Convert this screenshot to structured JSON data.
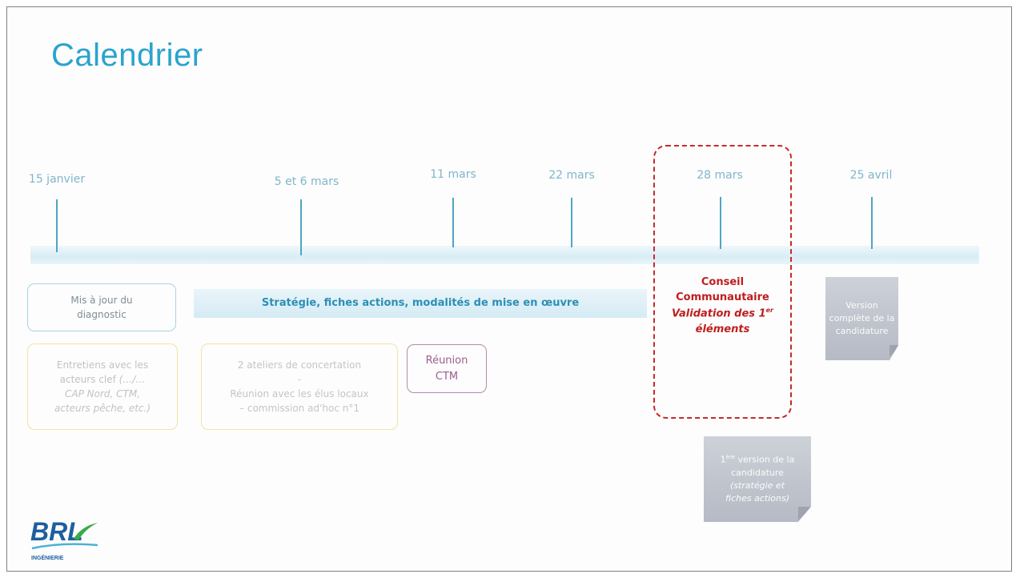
{
  "title": "Calendrier",
  "timeline": {
    "dates": [
      {
        "label": "15 janvier"
      },
      {
        "label": "5 et 6 mars"
      },
      {
        "label": "11 mars"
      },
      {
        "label": "22 mars"
      },
      {
        "label": "28 mars"
      },
      {
        "label": "25 avril"
      }
    ]
  },
  "boxes": {
    "diagnostic": {
      "line1": "Mis à jour du",
      "line2": "diagnostic"
    },
    "strategie": {
      "label": "Stratégie, fiches actions, modalités de mise en œuvre"
    },
    "entretiens": {
      "line1": "Entretiens avec les",
      "line2_plain": "acteurs clef ",
      "line2_ital": "(…/…",
      "line3": "CAP Nord, CTM,",
      "line4": "acteurs pêche, etc.)"
    },
    "ateliers": {
      "line1": "2 ateliers de concertation",
      "line2": "-",
      "line3": "Réunion avec les élus locaux",
      "line4": "– commission ad'hoc n°1"
    },
    "reunion": {
      "line1": "Réunion",
      "line2": "CTM"
    },
    "conseil": {
      "line1": "Conseil",
      "line2": "Communautaire",
      "line3_plain": "Validation des 1",
      "line3_sup": "er",
      "line4": "éléments"
    }
  },
  "notes": {
    "version_complete": {
      "line1": "Version",
      "line2": "complète de la",
      "line3": "candidature"
    },
    "first_version": {
      "line1_sup": "ère",
      "line1": " version de la",
      "line2": "candidature",
      "line3": "(stratégie et",
      "line4": "fiches actions)"
    }
  },
  "logo": {
    "brand": "BRL",
    "sub": "INGÉNIERIE"
  },
  "colors": {
    "title": "#2aa3cf",
    "timeline": "#4fa5c4",
    "conseil": "#c62a2a",
    "ctm": "#9c5c8e"
  }
}
